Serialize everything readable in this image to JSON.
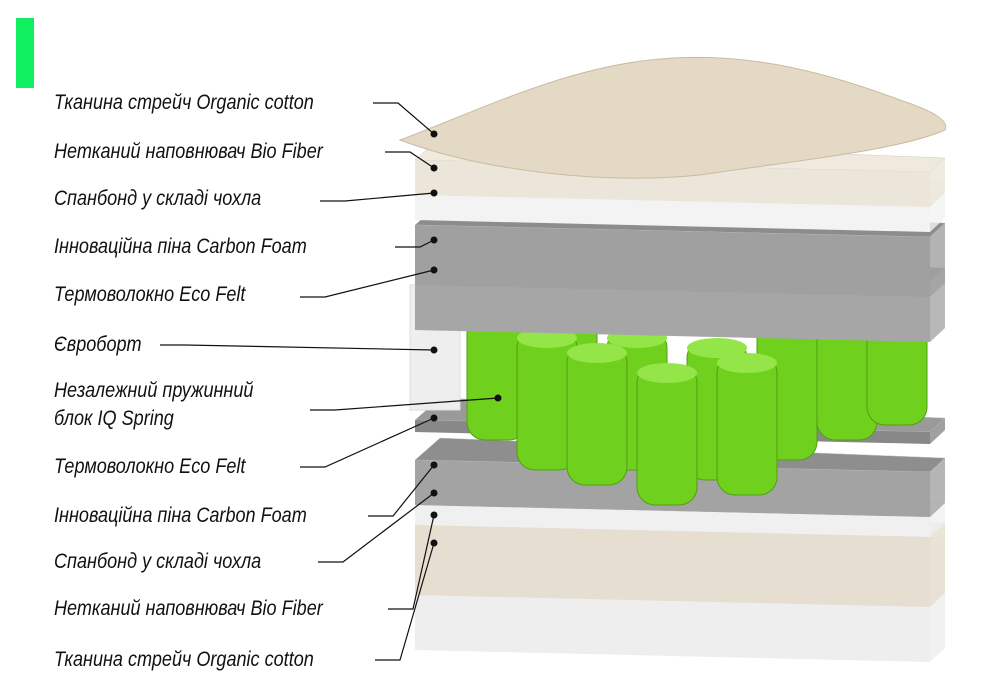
{
  "colors": {
    "accent": "#10ef5f",
    "spring": "#6fd11e",
    "foam": "#9a9a9a",
    "cover": "#e4d9c4"
  },
  "labels": [
    "Тканина стрейч Organic cotton",
    "Нетканий наповнювач Bio Fiber",
    "Спанбонд у складі чохла",
    "Інноваційна піна Carbon Foam",
    "Термоволокно Eco Felt",
    "Євроборт",
    "Незалежний пружинний",
    "блок IQ Spring",
    "Термоволокно Eco Felt",
    "Інноваційна піна Carbon Foam",
    "Спанбонд у складі чохла",
    "Нетканий наповнювач Bio Fiber",
    "Тканина стрейч Organic cotton"
  ]
}
